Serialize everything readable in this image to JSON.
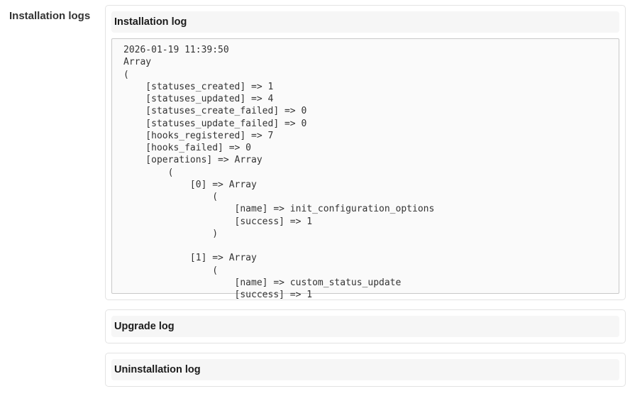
{
  "page": {
    "section_label": "Installation logs"
  },
  "colors": {
    "page_bg": "#ffffff",
    "card_border": "#e3e3e3",
    "panel_header_bg": "#f6f6f6",
    "panel_header_text": "#1b1b1b",
    "log_bg": "#fafafa",
    "log_border": "#c9c9c9",
    "log_text": "#333333"
  },
  "panels": [
    {
      "title": "Installation log",
      "expanded": true,
      "log": "2026-01-19 11:39:50\nArray\n(\n    [statuses_created] => 1\n    [statuses_updated] => 4\n    [statuses_create_failed] => 0\n    [statuses_update_failed] => 0\n    [hooks_registered] => 7\n    [hooks_failed] => 0\n    [operations] => Array\n        (\n            [0] => Array\n                (\n                    [name] => init_configuration_options\n                    [success] => 1\n                )\n\n            [1] => Array\n                (\n                    [name] => custom_status_update\n                    [success] => 1"
    },
    {
      "title": "Upgrade log",
      "expanded": false
    },
    {
      "title": "Uninstallation log",
      "expanded": false
    }
  ]
}
